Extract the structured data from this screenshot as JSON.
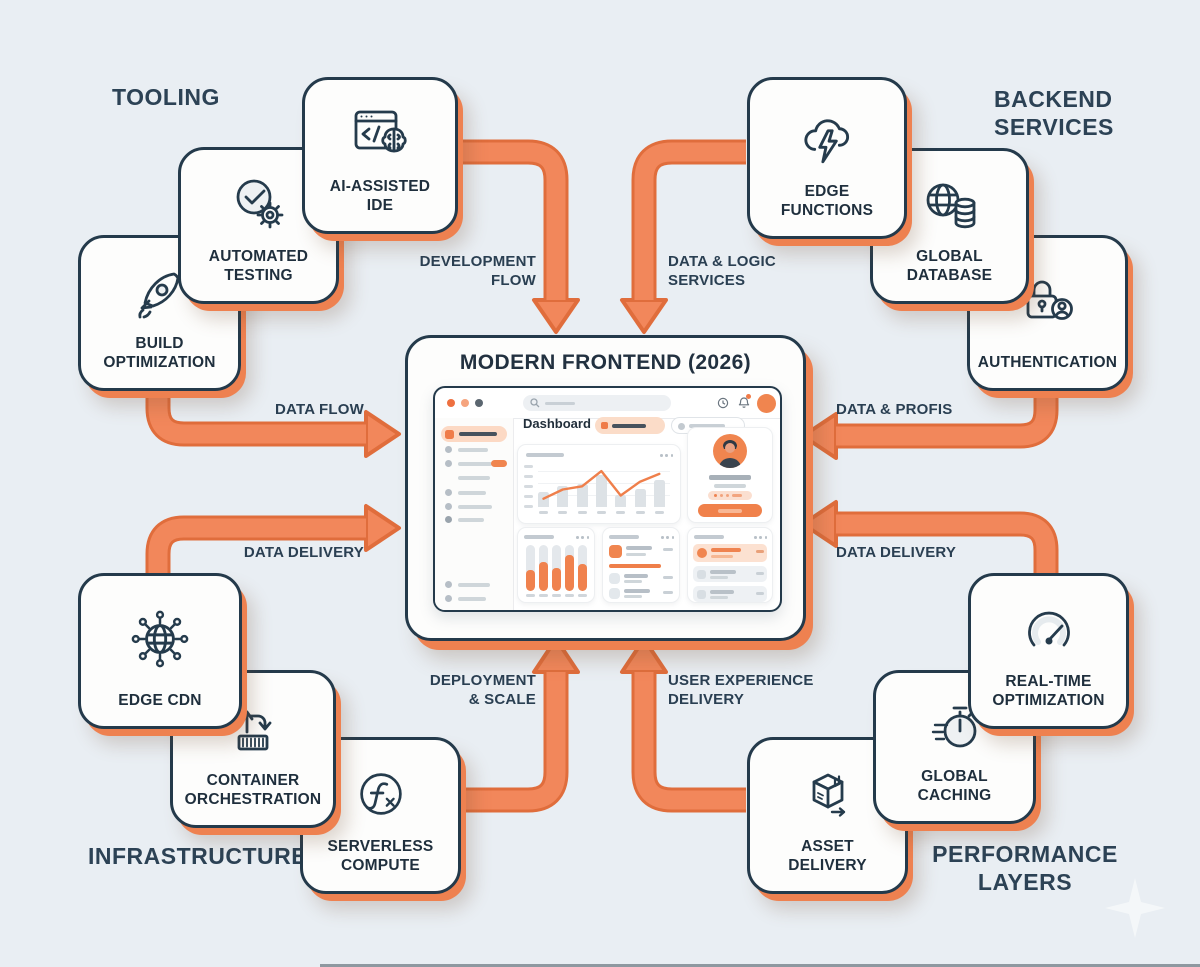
{
  "colors": {
    "background": "#e9eef3",
    "box_border": "#243a4b",
    "box_fill": "#fdfdfc",
    "arrow": "#f2875b",
    "arrow_outline": "#e06d3c",
    "accent_orange": "#f0854f",
    "label_text": "#2c4255"
  },
  "sections": {
    "tooling": {
      "label": "TOOLING"
    },
    "backend_services": {
      "label": "BACKEND\nSERVICES"
    },
    "infrastructure": {
      "label": "INFRASTRUCTURE"
    },
    "performance_layers": {
      "label": "PERFORMANCE\nLAYERS"
    }
  },
  "nodes": [
    {
      "id": "ai-assisted-ide",
      "label": "AI-ASSISTED\nIDE",
      "icon": "code-window-brain-icon"
    },
    {
      "id": "automated-testing",
      "label": "AUTOMATED\nTESTING",
      "icon": "check-gear-icon"
    },
    {
      "id": "build-optimization",
      "label": "BUILD\nOPTIMIZATION",
      "icon": "rocket-icon"
    },
    {
      "id": "edge-functions",
      "label": "EDGE\nFUNCTIONS",
      "icon": "cloud-lightning-icon"
    },
    {
      "id": "global-database",
      "label": "GLOBAL\nDATABASE",
      "icon": "globe-database-icon"
    },
    {
      "id": "authentication",
      "label": "AUTHENTICATION",
      "icon": "lock-user-icon"
    },
    {
      "id": "edge-cdn",
      "label": "EDGE CDN",
      "icon": "network-globe-icon"
    },
    {
      "id": "container-orchestration",
      "label": "CONTAINER\nORCHESTRATION",
      "icon": "container-arrows-icon"
    },
    {
      "id": "serverless-compute",
      "label": "SERVERLESS\nCOMPUTE",
      "icon": "function-circle-icon"
    },
    {
      "id": "real-time-optimization",
      "label": "REAL-TIME\nOPTIMIZATION",
      "icon": "gauge-icon"
    },
    {
      "id": "global-caching",
      "label": "GLOBAL\nCACHING",
      "icon": "stopwatch-icon"
    },
    {
      "id": "asset-delivery",
      "label": "ASSET\nDELIVERY",
      "icon": "package-box-icon"
    }
  ],
  "arrows": [
    {
      "id": "development-flow",
      "label": "DEVELOPMENT\nFLOW"
    },
    {
      "id": "data-logic-services",
      "label": "DATA & LOGIC\nSERVICES"
    },
    {
      "id": "data-flow",
      "label": "DATA FLOW"
    },
    {
      "id": "data-profis",
      "label": "DATA & PROFIS"
    },
    {
      "id": "data-delivery-left",
      "label": "DATA DELIVERY"
    },
    {
      "id": "data-delivery-right",
      "label": "DATA DELIVERY"
    },
    {
      "id": "deployment-scale",
      "label": "DEPLOYMENT\n& SCALE"
    },
    {
      "id": "user-experience-delivery",
      "label": "USER EXPERIENCE\nDELIVERY"
    }
  ],
  "center": {
    "title": "MODERN FRONTEND (2026)",
    "dashboard": {
      "heading": "Dashboard",
      "chart": {
        "type": "bar+line",
        "bars": [
          0.35,
          0.48,
          0.52,
          0.72,
          0.28,
          0.42,
          0.62
        ],
        "line": [
          0.18,
          0.38,
          0.45,
          0.78,
          0.25,
          0.55,
          0.72
        ]
      },
      "mini_bars": [
        0.45,
        0.62,
        0.5,
        0.78,
        0.58
      ]
    }
  }
}
